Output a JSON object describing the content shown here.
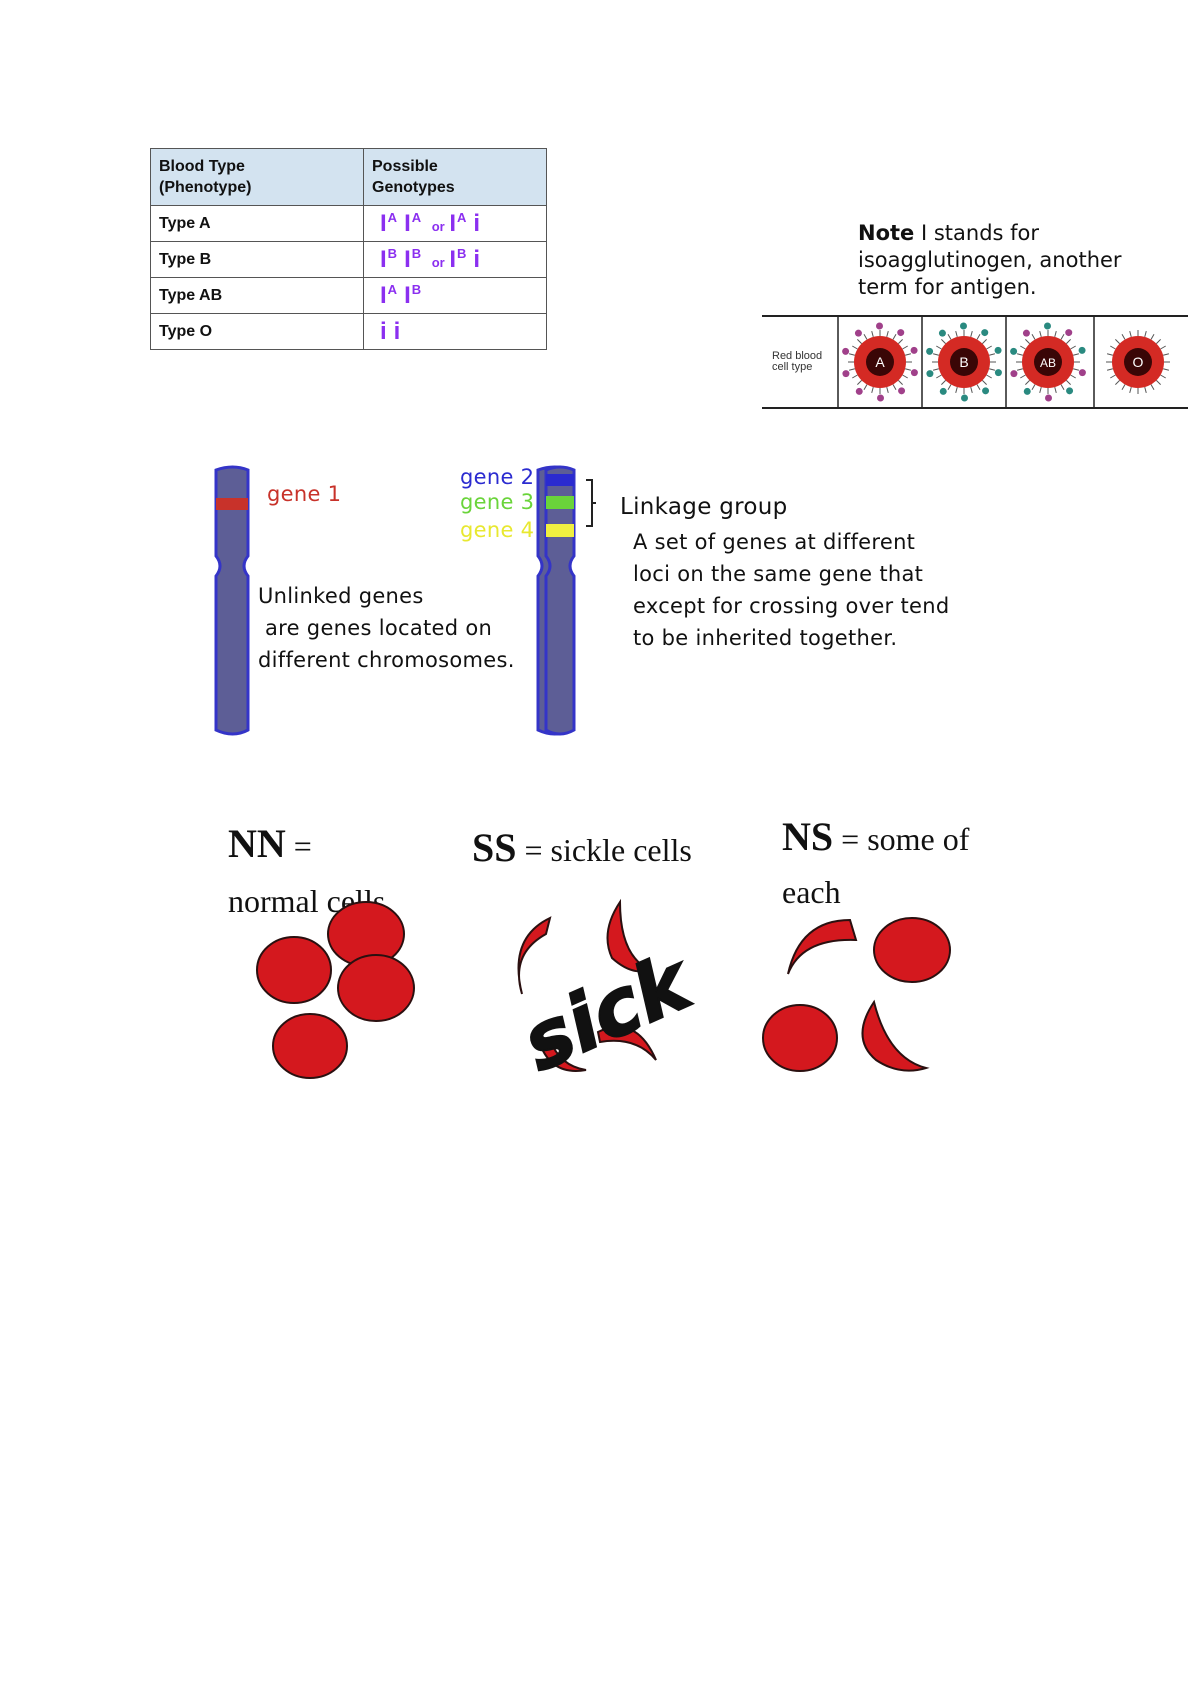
{
  "blood_table": {
    "headers": [
      "Blood Type\n(Phenotype)",
      "Possible\nGenotypes"
    ],
    "header_lines": [
      [
        "Blood Type",
        "(Phenotype)"
      ],
      [
        "Possible",
        "Genotypes"
      ]
    ],
    "rows": [
      {
        "type": "Type A",
        "genotype": [
          {
            "base": "I",
            "sup": "A"
          },
          {
            "base": "I",
            "sup": "A"
          },
          {
            "or": "or"
          },
          {
            "base": "I",
            "sup": "A"
          },
          {
            "base": "i",
            "sup": ""
          }
        ]
      },
      {
        "type": "Type B",
        "genotype": [
          {
            "base": "I",
            "sup": "B"
          },
          {
            "base": "I",
            "sup": "B"
          },
          {
            "or": "or"
          },
          {
            "base": "I",
            "sup": "B"
          },
          {
            "base": "i",
            "sup": ""
          }
        ]
      },
      {
        "type": "Type AB",
        "genotype": [
          {
            "base": "I",
            "sup": "A"
          },
          {
            "base": "I",
            "sup": "B"
          }
        ]
      },
      {
        "type": "Type O",
        "genotype": [
          {
            "base": "i",
            "sup": ""
          },
          {
            "base": "i",
            "sup": ""
          }
        ]
      }
    ],
    "genotype_color": "#8b2ff0",
    "header_bg": "#d3e3f0"
  },
  "note": {
    "label": "Note",
    "text": " I stands for isoagglutinogen, another term for antigen."
  },
  "rbc_strip": {
    "row_label_lines": [
      "Red blood",
      "cell type"
    ],
    "cells": [
      "A",
      "B",
      "AB",
      "O"
    ],
    "antigen_colors": {
      "A": "#a0408a",
      "B": "#2a8a80"
    }
  },
  "chromosomes": {
    "gene1": "gene 1",
    "gene2": "gene 2",
    "gene3": "gene 3",
    "gene4": "gene 4",
    "unlinked_lines": [
      "Unlinked genes",
      " are genes located on",
      "different chromosomes."
    ],
    "linkage_title": "Linkage group",
    "linkage_lines": [
      "A set of genes at different",
      "loci on the same gene that",
      "except for crossing over tend",
      "to be inherited together."
    ],
    "colors": {
      "chromosome": "#5d5e96",
      "outline": "#3434c8",
      "gene1": "#c8322a",
      "gene2": "#2b2bd0",
      "gene3": "#6ad43a",
      "gene4": "#f0f040"
    }
  },
  "sickle": {
    "nn_big": "NN",
    "nn_rest": " =",
    "nn_line2": "normal cells",
    "ss_big": "SS",
    "ss_rest": " = sickle cells",
    "ns_big": "NS",
    "ns_rest": " = some of",
    "ns_line2": "each",
    "sick_word": "sick",
    "cell_color": "#d4181e"
  }
}
